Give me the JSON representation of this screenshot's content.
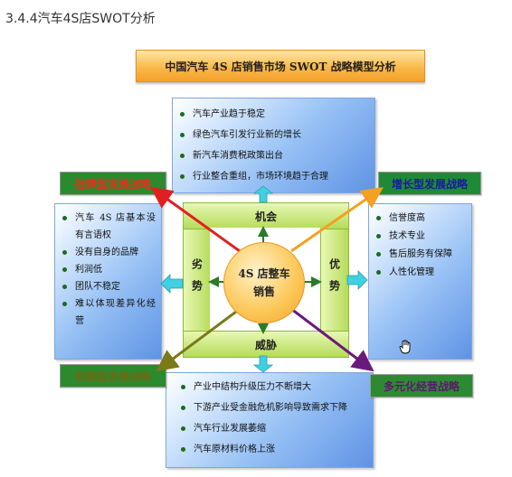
{
  "page": {
    "heading": "3.4.4汽车4S店SWOT分析"
  },
  "diagram": {
    "title": "中国汽车 4S 店销售市场 SWOT 战略模型分析",
    "center": "4S 店整车销售",
    "quadrants": {
      "opportunity": "机会",
      "threat": "威胁",
      "weakness": "劣势",
      "strength": "优势"
    },
    "opportunities": [
      "汽车产业趋于稳定",
      "绿色汽车引发行业新的增长",
      "新汽车消费税政策出台",
      "行业整合重组，市场环境趋于合理"
    ],
    "weaknesses": [
      "汽车 4S 店基本没有言语权",
      "没有自身的品牌",
      "利润低",
      "团队不稳定",
      "难以体现差异化经营"
    ],
    "strengths": [
      "信誉度高",
      "技术专业",
      "售后服务有保障",
      "人性化管理"
    ],
    "threats": [
      "产业中结构升级压力不断增大",
      "下游产业受金融危机影响导致需求下降",
      "汽车行业发展萎缩",
      "汽车原材料价格上涨"
    ],
    "strategies": {
      "reverse": "扭转型发展战略",
      "growth": "增长型发展战略",
      "defensive": "防御型发展战略",
      "diverse": "多元化经营战略"
    },
    "colors": {
      "reverse_arrow": "#e02020",
      "growth_arrow": "#f4a020",
      "defensive_arrow": "#7a7a18",
      "diverse_arrow": "#6a1a7a",
      "center_arrows": "#2a7a2a",
      "block_arrows": "#40d0e0"
    }
  }
}
